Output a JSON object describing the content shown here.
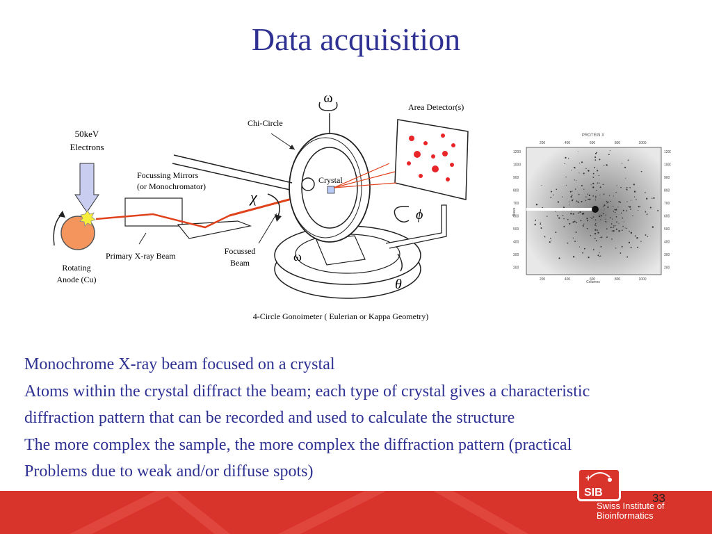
{
  "slide": {
    "title": "Data acquisition",
    "page_number": "33"
  },
  "diagram": {
    "electrons_line1": "50keV",
    "electrons_line2": "Electrons",
    "anode_line1": "Rotating",
    "anode_line2": "Anode (Cu)",
    "primary_beam": "Primary X-ray Beam",
    "mirrors_line1": "Focussing Mirrors",
    "mirrors_line2": "(or Monochromator)",
    "focussed_line1": "Focussed",
    "focussed_line2": "Beam",
    "chi_circle": "Chi-Circle",
    "crystal": "Crystal",
    "area_detector": "Area Detector(s)",
    "omega_top": "ω",
    "omega_bottom": "ω",
    "chi": "χ",
    "phi": "ϕ",
    "theta": "θ",
    "caption": "4-Circle Gonoimeter ( Eulerian or Kappa Geometry)"
  },
  "diffraction": {
    "title": "PROTEIN X",
    "x_ticks": [
      "200",
      "400",
      "600",
      "800",
      "1000"
    ],
    "y_ticks": [
      "1200",
      "1000",
      "900",
      "800",
      "700",
      "600",
      "500",
      "400",
      "300",
      "200"
    ],
    "x_label": "Columns",
    "y_label": "Rows"
  },
  "body": {
    "line1": "Monochrome X-ray beam focused on a crystal",
    "line2": "Atoms within the crystal diffract the beam; each type of crystal gives a characteristic",
    "line3": "diffraction pattern that can be recorded and used to calculate the structure",
    "line4": "The more complex the sample, the more complex the diffraction pattern (practical",
    "line5": "Problems due to weak and/or diffuse spots)"
  },
  "logo": {
    "short": "SIB",
    "name_line1": "Swiss Institute of",
    "name_line2": "Bioinformatics"
  },
  "colors": {
    "title": "#2e3192",
    "footer": "#d9342b",
    "beam": "#e0421b"
  }
}
